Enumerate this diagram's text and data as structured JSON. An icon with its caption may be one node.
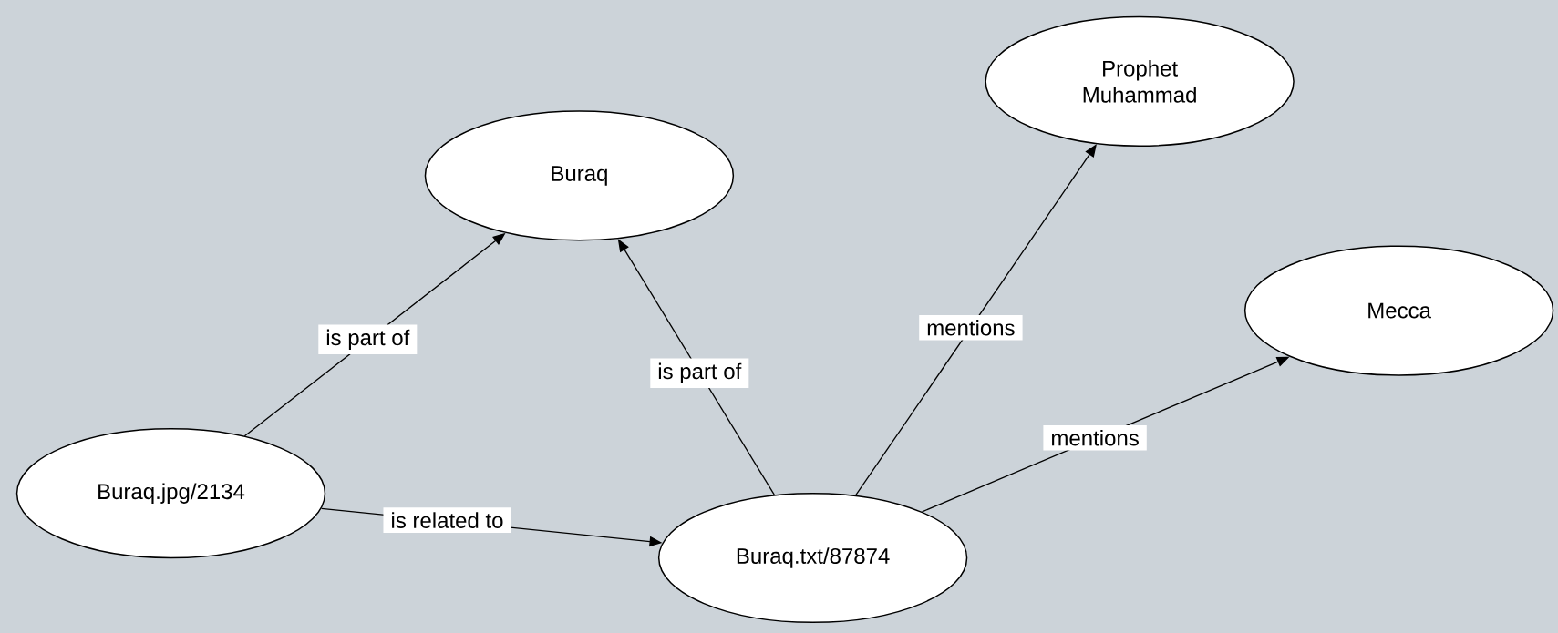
{
  "diagram": {
    "nodes": [
      {
        "text": [
          "Buraq"
        ]
      },
      {
        "text": [
          "Prophet Muhammad"
        ]
      },
      {
        "text": [
          "Mecca"
        ]
      },
      {
        "text": [
          "Buraq.jpg/2134"
        ]
      },
      {
        "text": [
          "Buraq.txt/87874"
        ]
      }
    ],
    "edges": [
      {
        "from": 3,
        "to": 0,
        "arrow": "to",
        "label": "is part of"
      },
      {
        "from": 4,
        "to": 0,
        "arrow": "to",
        "label": "is part of"
      },
      {
        "from": 4,
        "to": 1,
        "arrow": "to",
        "label": "mentions"
      },
      {
        "from": 4,
        "to": 2,
        "arrow": "to",
        "label": "mentions"
      },
      {
        "from": 3,
        "to": 4,
        "arrow": "to",
        "label": "is related to"
      }
    ]
  }
}
